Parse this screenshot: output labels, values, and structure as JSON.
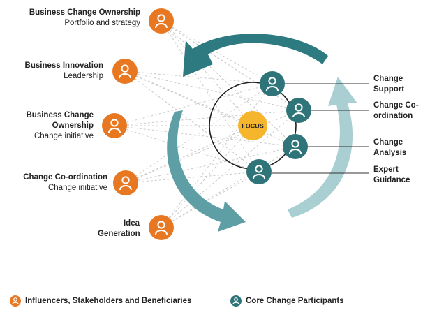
{
  "colors": {
    "influencer": "#E87722",
    "core": "#2E7479",
    "focus": "#F5B52C",
    "arrow_dark": "#2D7A80",
    "arrow_mid": "#62A4AA",
    "arrow_light": "#A7CFD3"
  },
  "focus_label": "FOCUS",
  "influencers": [
    {
      "title": "Business Change Ownership",
      "subtitle": "Portfolio and strategy",
      "icon": "person-icon"
    },
    {
      "title": "Business Innovation",
      "subtitle": "Leadership",
      "icon": "person-icon"
    },
    {
      "title": "Business Change Ownership",
      "subtitle": "Change initiative",
      "icon": "person-icon"
    },
    {
      "title": "Change Co-ordination",
      "subtitle": "Change initiative",
      "icon": "person-icon"
    },
    {
      "title": "Idea Generation",
      "subtitle": "",
      "icon": "person-icon"
    }
  ],
  "core_participants": [
    {
      "label": "Change Support",
      "icon": "person-icon"
    },
    {
      "label": "Change Co-ordination",
      "icon": "person-icon"
    },
    {
      "label": "Change Analysis",
      "icon": "person-icon"
    },
    {
      "label": "Expert Guidance",
      "icon": "person-icon"
    }
  ],
  "legend": {
    "influencers": "Influencers, Stakeholders and Beneficiaries",
    "core": "Core Change Participants"
  }
}
